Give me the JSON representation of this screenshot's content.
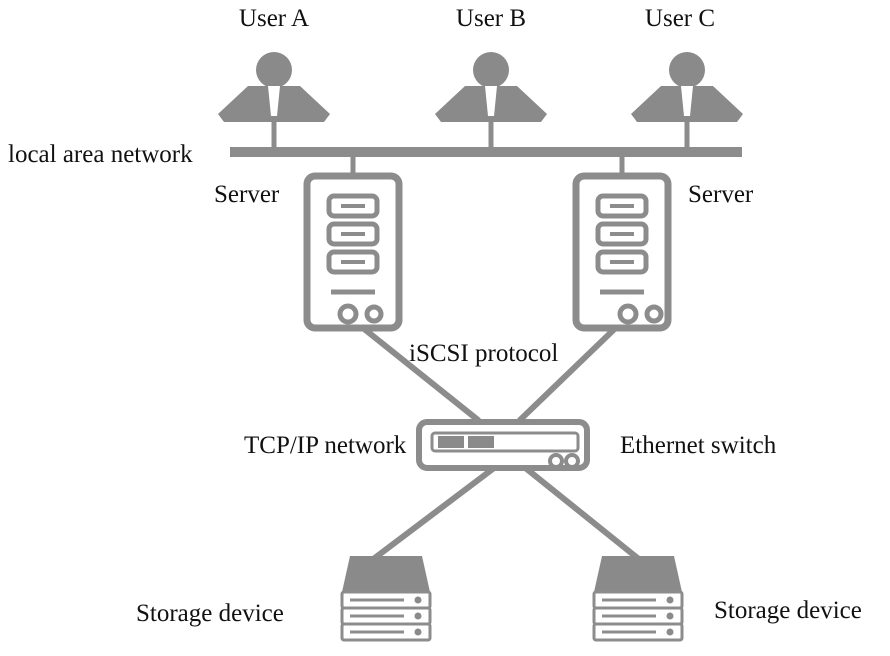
{
  "users": [
    {
      "label": "User A"
    },
    {
      "label": "User B"
    },
    {
      "label": "User C"
    }
  ],
  "lan": {
    "label": "local area network"
  },
  "servers": [
    {
      "label": "Server"
    },
    {
      "label": "Server"
    }
  ],
  "protocol": {
    "label": "iSCSI protocol"
  },
  "network": {
    "label": "TCP/IP network"
  },
  "switch": {
    "label": "Ethernet switch"
  },
  "storage": [
    {
      "label": "Storage device"
    },
    {
      "label": "Storage device"
    }
  ],
  "colors": {
    "line": "#8c8c8c",
    "fill": "#8a8a8a",
    "device_fill": "#ffffff",
    "text": "#111111"
  }
}
